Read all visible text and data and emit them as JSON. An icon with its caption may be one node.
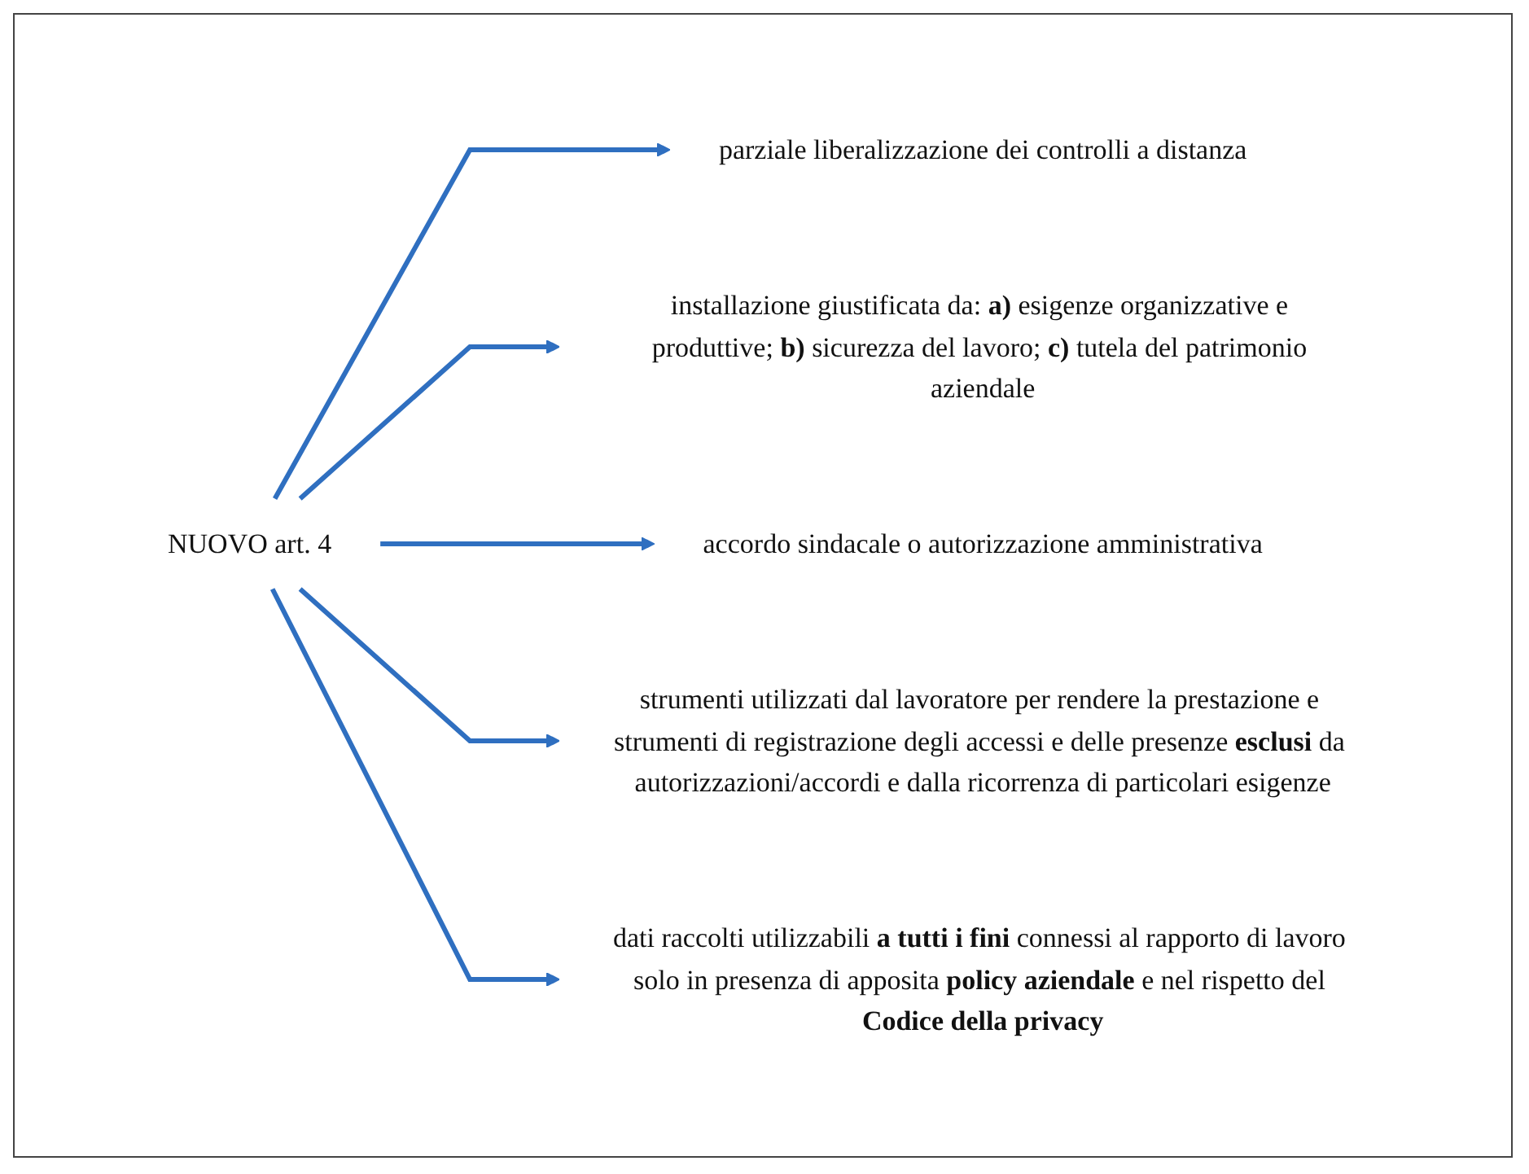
{
  "diagram": {
    "nodes": [
      {
        "text": [
          "NUOVO art. 4"
        ]
      },
      {
        "text": [
          "parziale liberalizzazione dei controlli a distanza"
        ]
      },
      {
        "text": [
          "installazione giustificata da: **a)** esigenze organizzative e produttive; **b)** sicurezza del lavoro; **c)** tutela del patrimonio aziendale"
        ]
      },
      {
        "text": [
          "accordo sindacale o autorizzazione amministrativa"
        ]
      },
      {
        "text": [
          "strumenti utilizzati dal lavoratore per rendere la prestazione e strumenti di registrazione degli accessi e delle presenze **esclusi** da autorizzazioni/accordi e dalla ricorrenza di particolari esigenze"
        ]
      },
      {
        "text": [
          "dati raccolti utilizzabili **a tutti i fini** connessi al rapporto di lavoro solo in presenza di apposita **policy aziendale** e nel rispetto del **Codice della privacy**"
        ]
      }
    ],
    "edges": [
      {
        "from": 0,
        "to": 1,
        "arrow": "to",
        "color": "#2f6fc0"
      },
      {
        "from": 0,
        "to": 2,
        "arrow": "to",
        "color": "#2f6fc0"
      },
      {
        "from": 0,
        "to": 3,
        "arrow": "to",
        "color": "#2f6fc0"
      },
      {
        "from": 0,
        "to": 4,
        "arrow": "to",
        "color": "#2f6fc0"
      },
      {
        "from": 0,
        "to": 5,
        "arrow": "to",
        "color": "#2f6fc0"
      }
    ]
  }
}
